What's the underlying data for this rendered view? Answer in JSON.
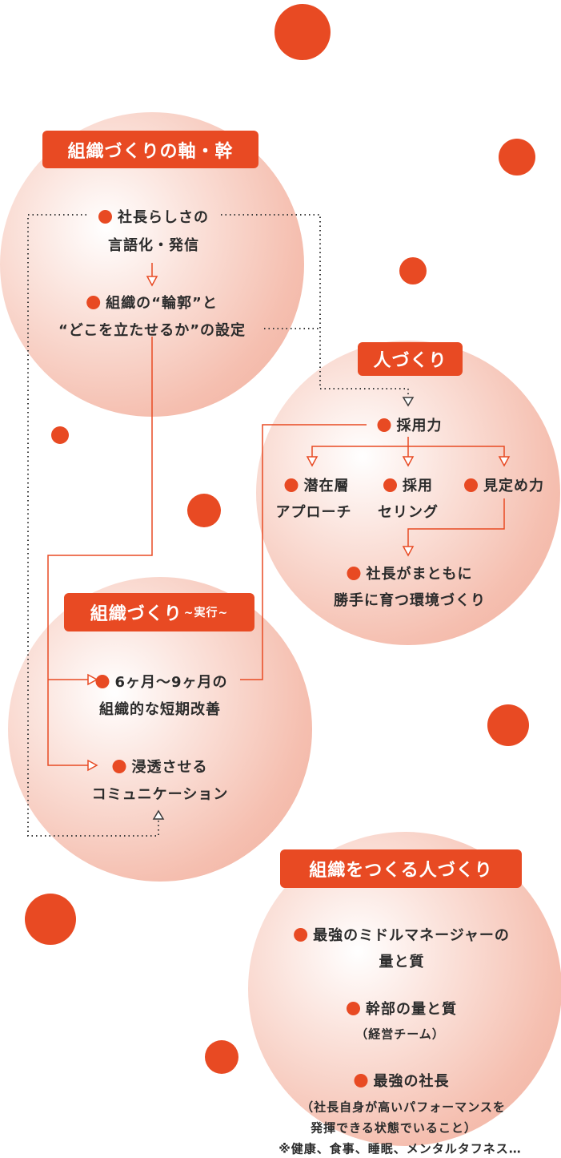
{
  "colors": {
    "accent": "#e84a23",
    "text": "#2b2b2b"
  },
  "sections": {
    "axis": {
      "title": "組織づくりの軸・幹",
      "item1_line1": "社長らしさの",
      "item1_line2": "言語化・発信",
      "item2_line1": "組織の“輪郭”と",
      "item2_line2": "“どこを立たせるか”の設定"
    },
    "people": {
      "title": "人づくり",
      "recruit": "採用力",
      "latent_line1": "潜在層",
      "latent_line2": "アプローチ",
      "selling_line1": "採用",
      "selling_line2": "セリング",
      "assess": "見定め力",
      "env_line1": "社長がまともに",
      "env_line2": "勝手に育つ環境づくり"
    },
    "execution": {
      "title": "組織づくり",
      "title_sub": "~実行~",
      "item1_line1": "6ヶ月〜9ヶ月の",
      "item1_line2": "組織的な短期改善",
      "item2_line1": "浸透させる",
      "item2_line2": "コミュニケーション"
    },
    "people_for_org": {
      "title": "組織をつくる人づくり",
      "item1_line1": "最強のミドルマネージャーの",
      "item1_line2": "量と質",
      "item2_line1": "幹部の量と質",
      "item2_line2": "（経営チーム）",
      "item3_line1": "最強の社長",
      "item3_line2": "（社長自身が高いパフォーマンスを",
      "item3_line3": "発揮できる状態でいること）",
      "item3_line4": "※健康、食事、睡眠、メンタルタフネス…"
    }
  }
}
